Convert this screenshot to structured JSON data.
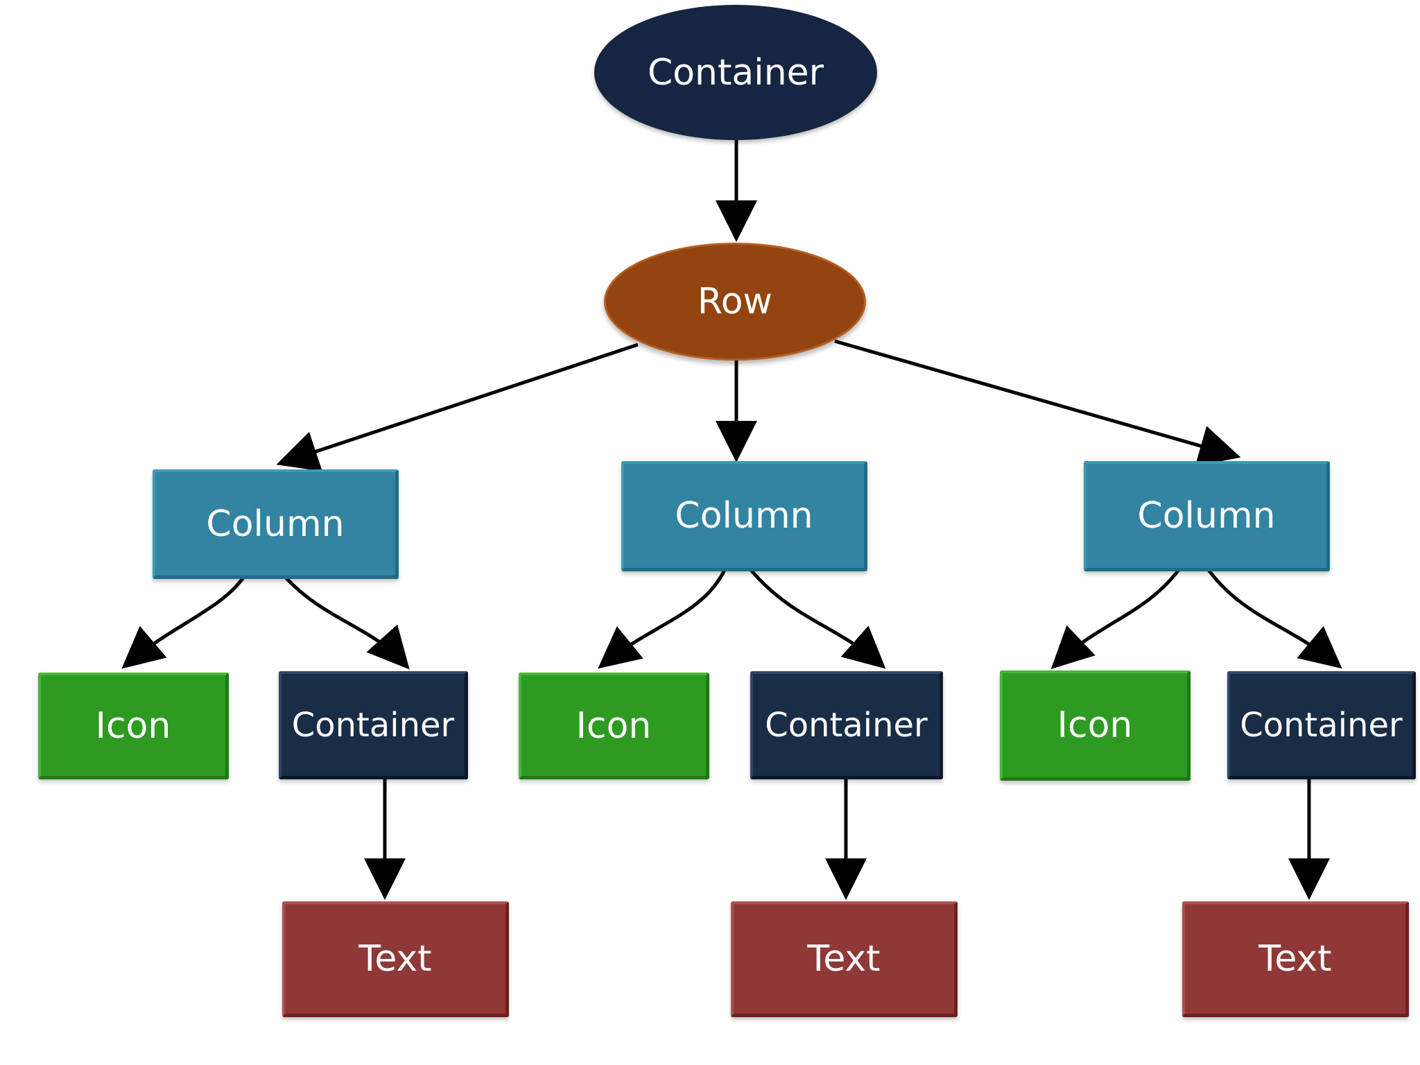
{
  "diagram": {
    "nodes": {
      "root_container": "Container",
      "row": "Row",
      "column_1": "Column",
      "column_2": "Column",
      "column_3": "Column",
      "icon_1": "Icon",
      "icon_2": "Icon",
      "icon_3": "Icon",
      "container_1": "Container",
      "container_2": "Container",
      "container_3": "Container",
      "text_1": "Text",
      "text_2": "Text",
      "text_3": "Text"
    },
    "colors": {
      "dark_navy": "#162642",
      "row_orange": "#944410",
      "column_teal": "#3284a2",
      "icon_green": "#2f9a22",
      "container_navy": "#1a2d47",
      "text_red": "#903838",
      "arrow_black": "#000000"
    }
  }
}
